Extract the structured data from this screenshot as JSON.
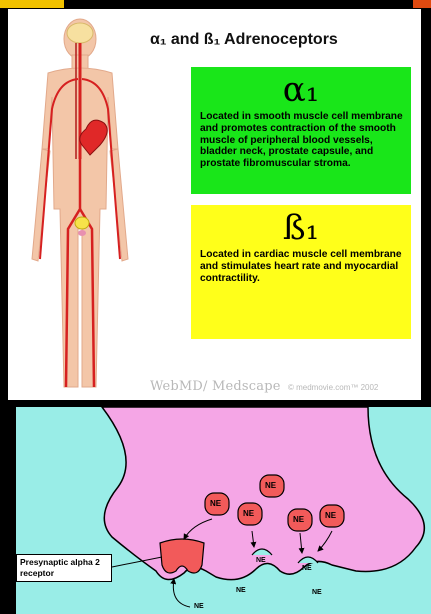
{
  "top_panel": {
    "title": "α₁ and ß₁ Adrenoceptors",
    "alpha": {
      "symbol": "α₁",
      "description": "Located in smooth muscle cell membrane and promotes contraction of the smooth muscle of peripheral blood vessels, bladder neck, prostate capsule, and prostate fibromuscular stroma.",
      "color": "#19e619"
    },
    "beta": {
      "symbol": "ß₁",
      "description": "Located in cardiac muscle cell membrane and stimulates heart rate and myocardial contractility.",
      "color": "#ffff1a"
    },
    "credit_logo": "WebMD/ Medscape",
    "credit_copyright": "© medmovie.com™ 2002"
  },
  "bottom_panel": {
    "presynaptic_label": "Presynaptic alpha 2 receptor",
    "ne_label": "NE",
    "terminal_color": "#f5a6e6",
    "background_color": "#99ede7",
    "vesicle_color": "#f25a5a"
  }
}
